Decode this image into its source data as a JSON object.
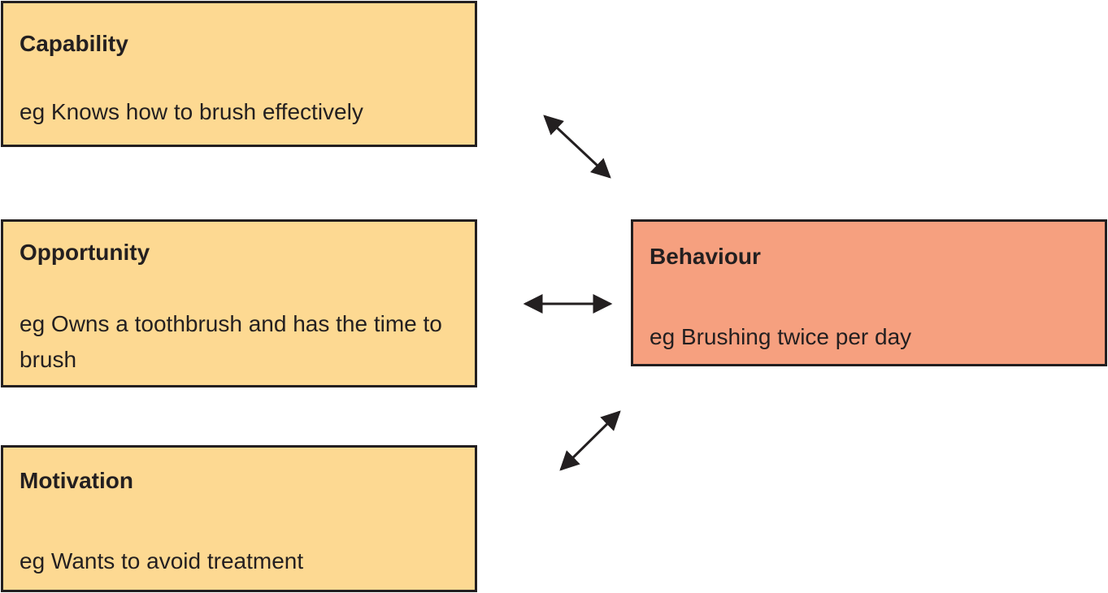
{
  "colors": {
    "determinant_fill": "#fdd992",
    "behaviour_fill": "#f6a07f",
    "stroke": "#231f20"
  },
  "boxes": {
    "capability": {
      "title": "Capability",
      "desc": "eg Knows how to brush effectively"
    },
    "opportunity": {
      "title": "Opportunity",
      "desc": "eg Owns a toothbrush and has the time to brush"
    },
    "motivation": {
      "title": "Motivation",
      "desc": "eg Wants to avoid treatment"
    },
    "behaviour": {
      "title": "Behaviour",
      "desc": "eg Brushing twice per day"
    }
  },
  "arrows": [
    {
      "from": "capability",
      "to": "behaviour",
      "type": "bidirectional"
    },
    {
      "from": "opportunity",
      "to": "behaviour",
      "type": "bidirectional"
    },
    {
      "from": "motivation",
      "to": "behaviour",
      "type": "bidirectional"
    }
  ]
}
